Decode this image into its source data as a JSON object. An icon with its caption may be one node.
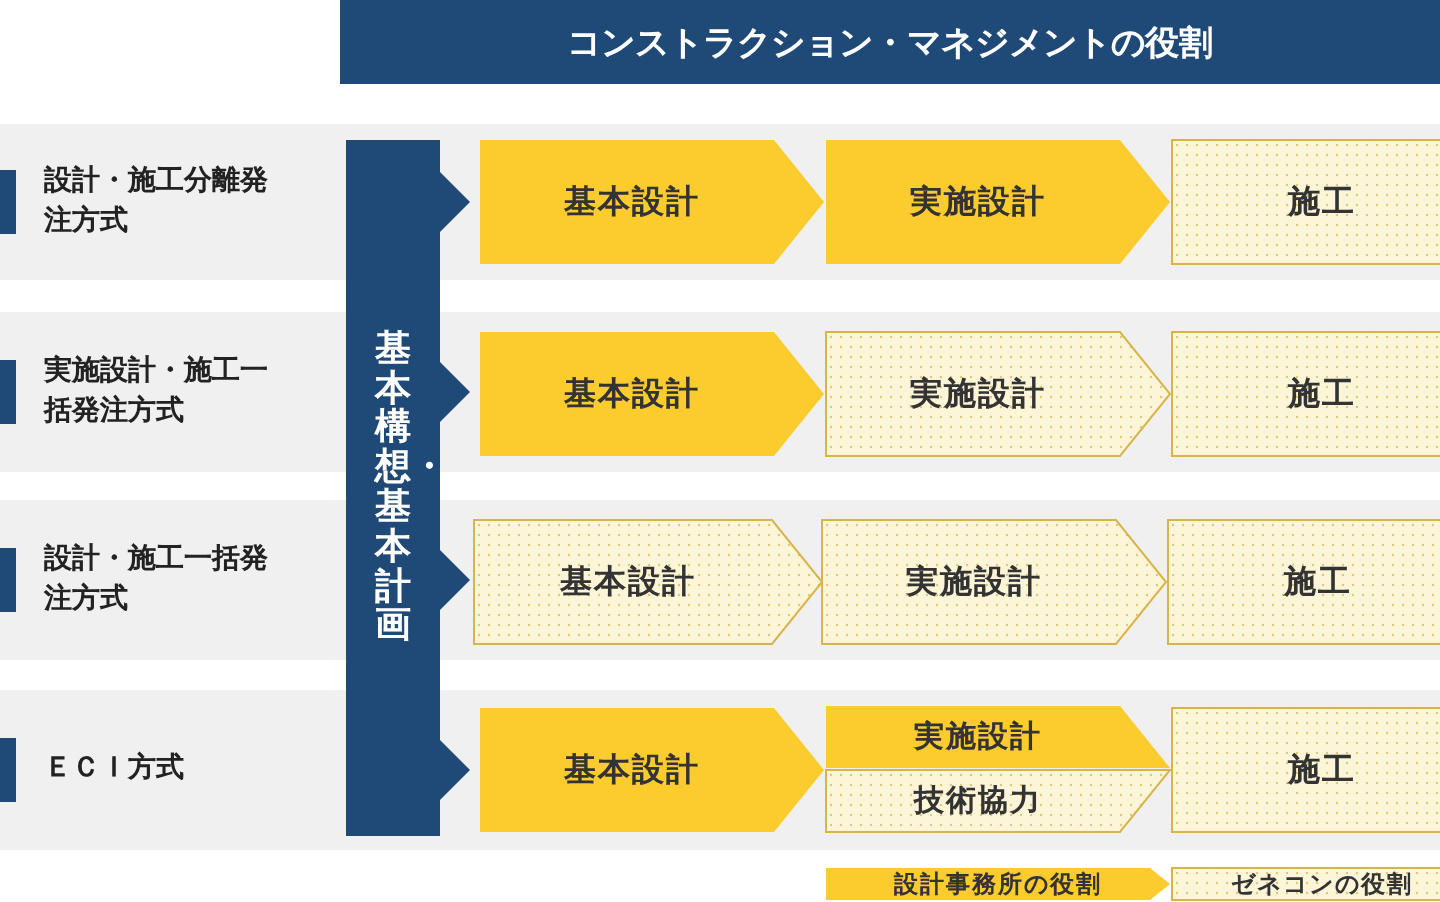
{
  "diagram": {
    "title": "コンストラクション・マネジメントの役割",
    "nodes": [
      {
        "text": [
          "基本構想・基本計画"
        ]
      },
      {
        "text": [
          "設計・施工分離発注方式"
        ]
      },
      {
        "text": [
          "基本設計"
        ],
        "in": 1
      },
      {
        "text": [
          "実施設計"
        ],
        "in": 1
      },
      {
        "text": [
          "施工"
        ],
        "in": 1
      },
      {
        "text": [
          "実施設計・施工一括発注方式"
        ]
      },
      {
        "text": [
          "基本設計"
        ],
        "in": 5
      },
      {
        "text": [
          "実施設計"
        ],
        "in": 5
      },
      {
        "text": [
          "施工"
        ],
        "in": 5
      },
      {
        "text": [
          "設計・施工一括発注方式"
        ]
      },
      {
        "text": [
          "基本設計"
        ],
        "in": 9
      },
      {
        "text": [
          "実施設計"
        ],
        "in": 9
      },
      {
        "text": [
          "施工"
        ],
        "in": 9
      },
      {
        "text": [
          "ＥＣＩ方式"
        ]
      },
      {
        "text": [
          "基本設計"
        ],
        "in": 13
      },
      {
        "text": [
          "実施設計"
        ],
        "in": 13
      },
      {
        "text": [
          "技術協力"
        ],
        "in": 13
      },
      {
        "text": [
          "施工"
        ],
        "in": 13
      }
    ],
    "legend": [
      {
        "text": "設計事務所の役割",
        "color": "#fccb2e"
      },
      {
        "text": "ゼネコンの役割",
        "color": "#fdf5d8"
      }
    ]
  }
}
